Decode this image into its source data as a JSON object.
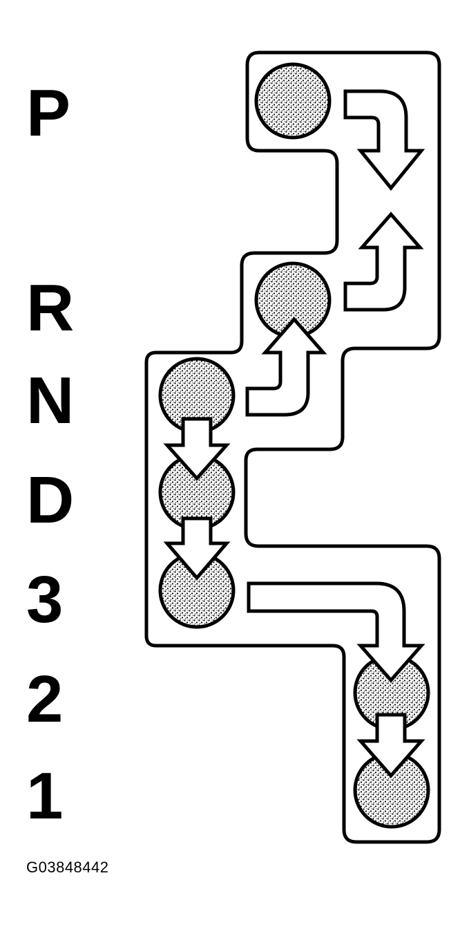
{
  "gear_labels": [
    "P",
    "R",
    "N",
    "D",
    "3",
    "2",
    "1"
  ],
  "figure_id": "G03848442",
  "colors": {
    "ink": "#000000",
    "paper": "#ffffff"
  }
}
